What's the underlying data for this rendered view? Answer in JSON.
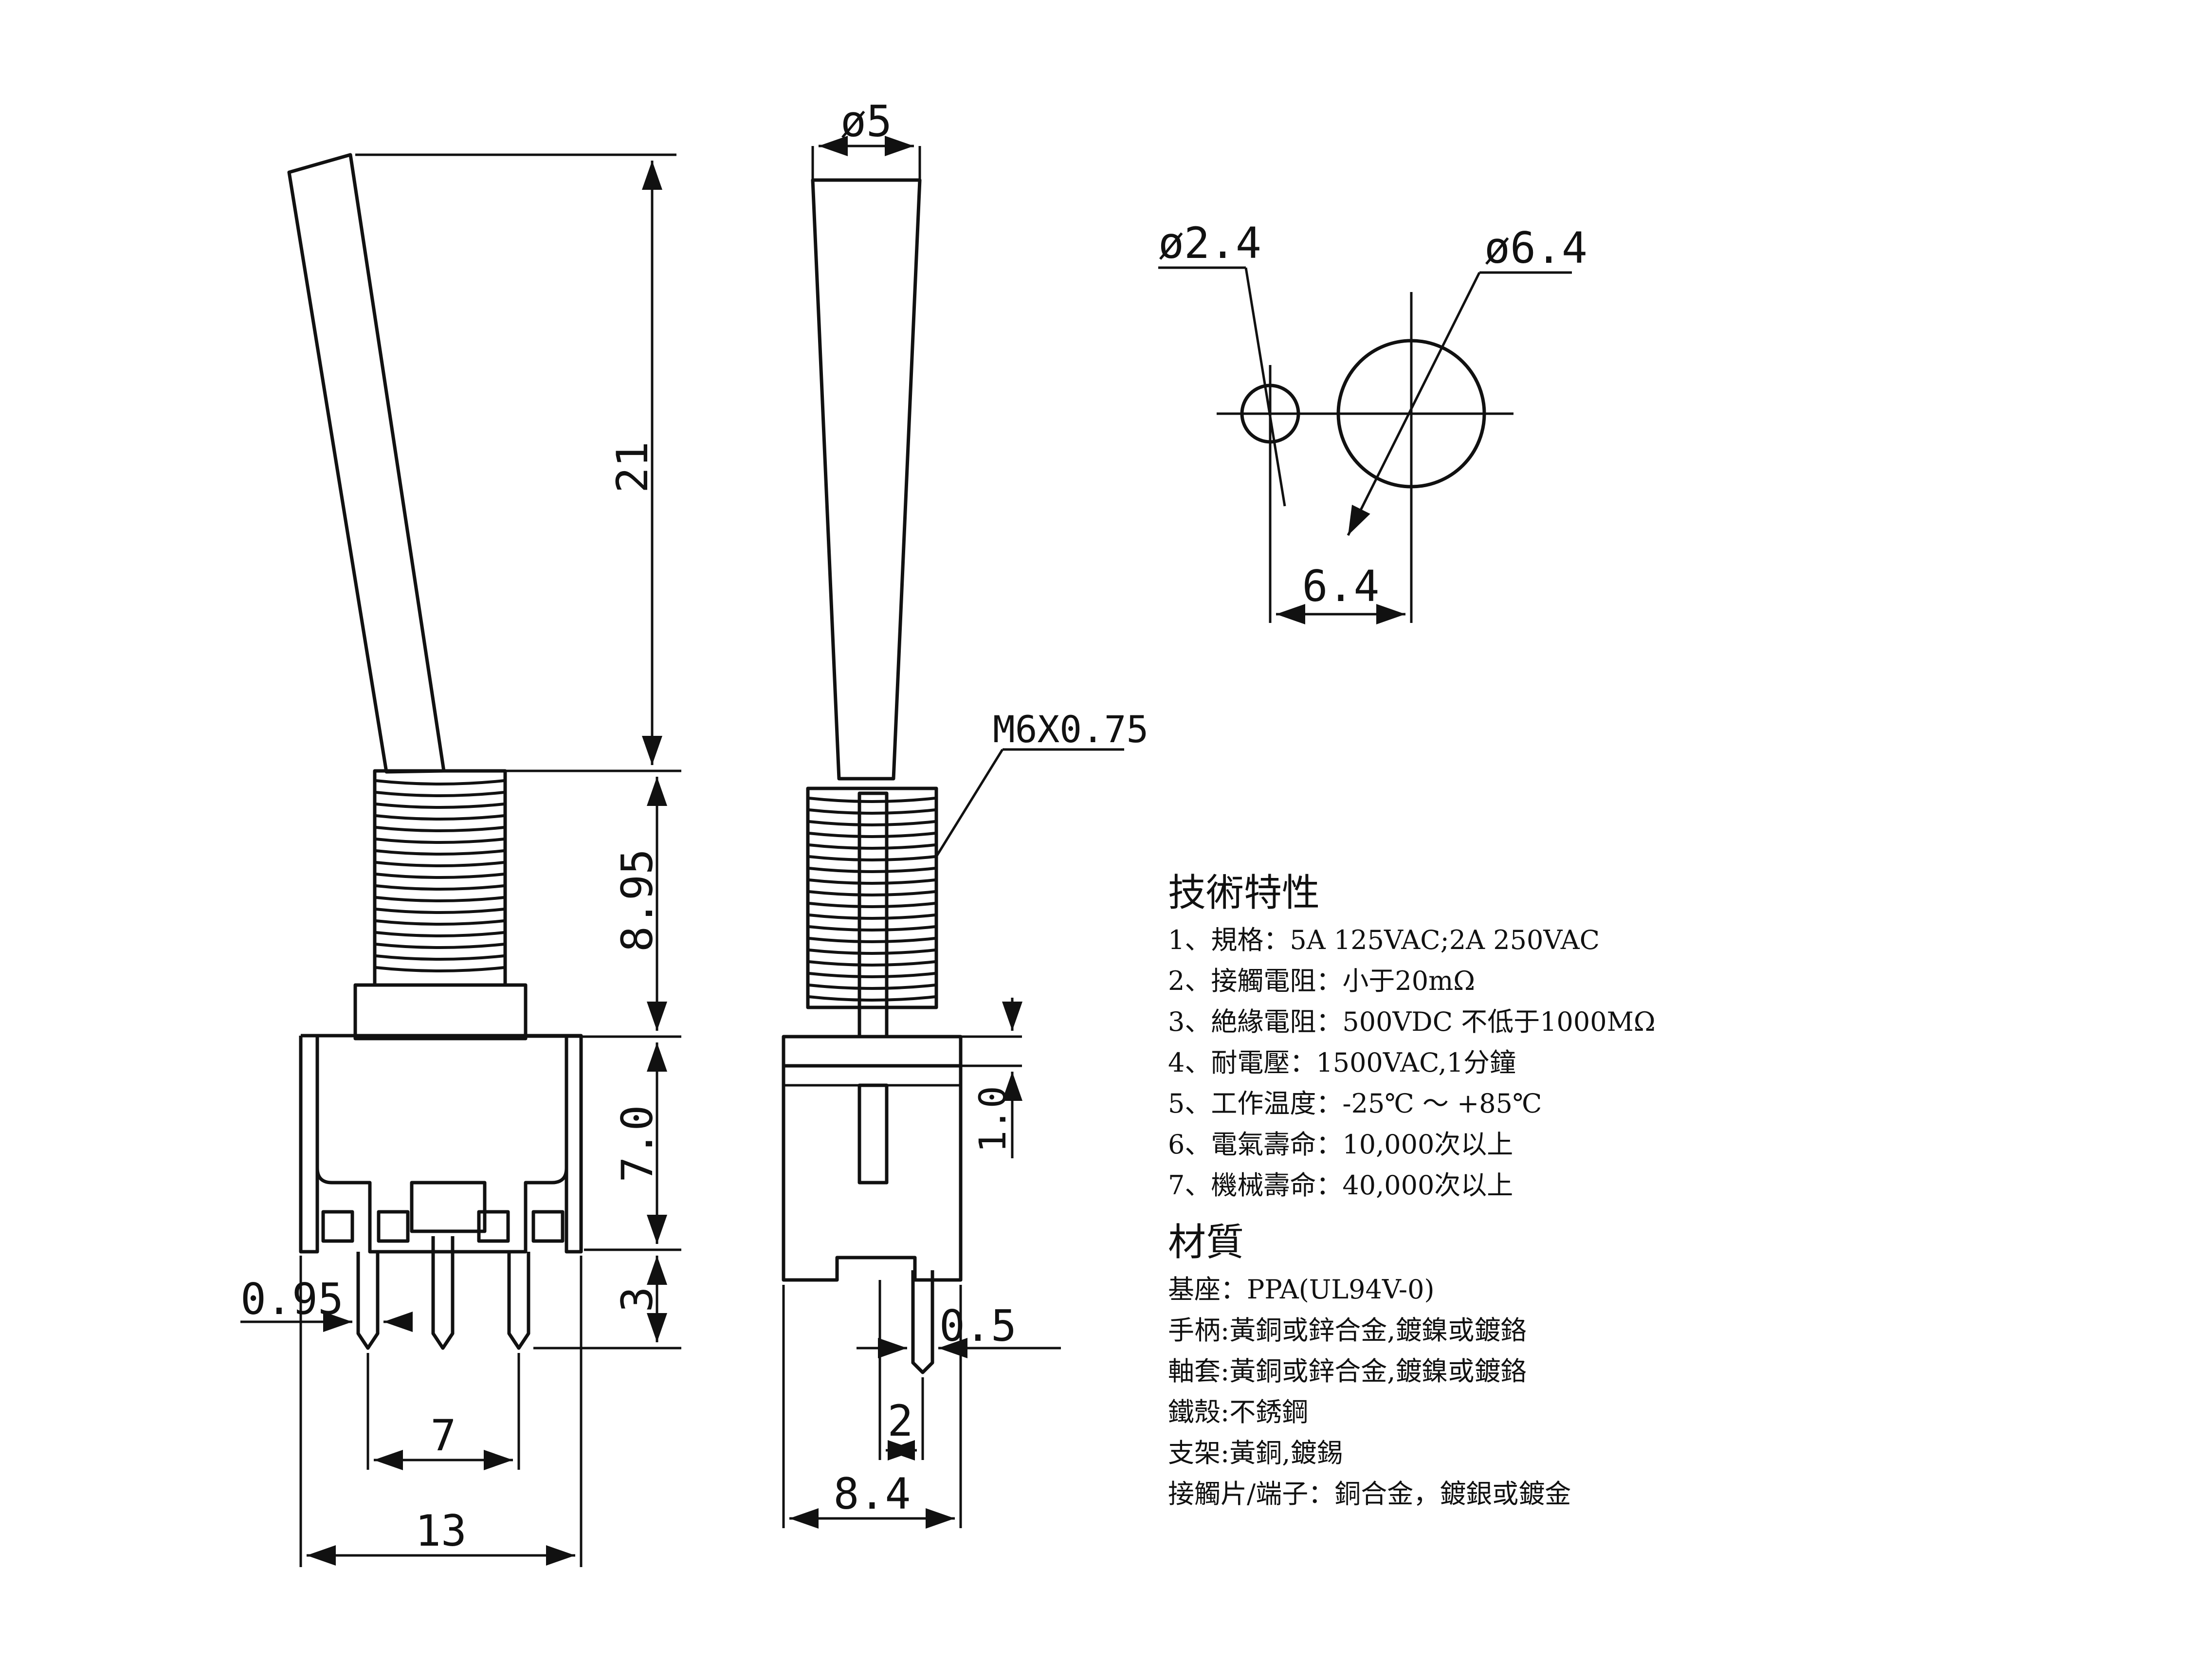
{
  "dimensions": {
    "front": {
      "lever_height": "21",
      "bushing_height": "8.95",
      "body_height": "7.0",
      "terminal_length": "3",
      "terminal_width": "0.95",
      "terminal_pitch": "7",
      "body_width": "13"
    },
    "side": {
      "lever_diameter": "ø5",
      "thread": "M6X0.75",
      "nut_thickness": "1.0",
      "terminal_thickness": "0.5",
      "terminal_offset": "2",
      "body_depth": "8.4"
    },
    "panel_cutout": {
      "key_hole_diameter": "ø2.4",
      "mount_hole_diameter": "ø6.4",
      "center_distance": "6.4"
    }
  },
  "technical": {
    "title": "技術特性",
    "items": [
      "1、規格：5A 125VAC;2A 250VAC",
      "2、接觸電阻：小于20mΩ",
      "3、絶緣電阻：500VDC 不低于1000MΩ",
      "4、耐電壓：1500VAC,1分鐘",
      "5、工作温度：-25℃ ～ +85℃",
      "6、電氣壽命：10,000次以上",
      "7、機械壽命：40,000次以上"
    ]
  },
  "material": {
    "title": "材質",
    "items": [
      "基座：PPA(UL94V-0)",
      "手柄:黃銅或鋅合金,鍍鎳或鍍鉻",
      "軸套:黃銅或鋅合金,鍍鎳或鍍鉻",
      "鐵殼:不銹鋼",
      "支架:黃銅,鍍錫",
      "接觸片/端子：銅合金，鍍銀或鍍金"
    ]
  }
}
